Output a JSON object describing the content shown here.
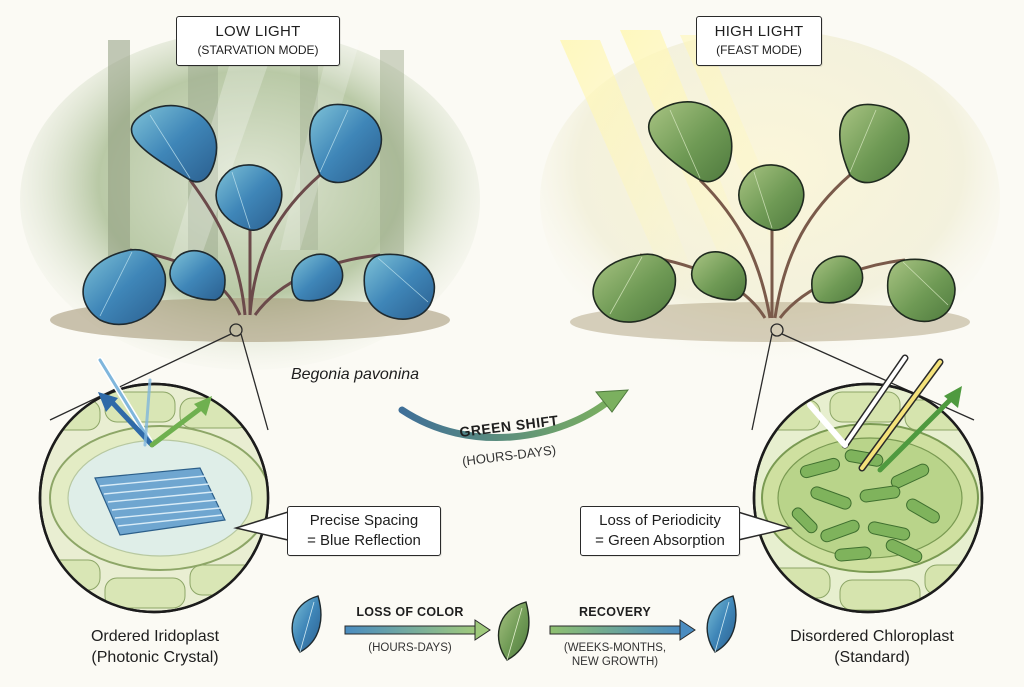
{
  "left_panel": {
    "title": "LOW LIGHT",
    "subtitle": "(STARVATION MODE)",
    "callout_line1": "Precise Spacing",
    "callout_line2": "= Blue Reflection",
    "caption_line1": "Ordered Iridoplast",
    "caption_line2": "(Photonic Crystal)"
  },
  "right_panel": {
    "title": "HIGH LIGHT",
    "subtitle": "(FEAST MODE)",
    "callout_line1": "Loss of Periodicity",
    "callout_line2": "= Green Absorption",
    "caption_line1": "Disordered Chloroplast",
    "caption_line2": "(Standard)"
  },
  "species": "Begonia pavonina",
  "shift": {
    "label": "GREEN SHIFT",
    "duration": "(HOURS-DAYS)"
  },
  "timeline": {
    "step1_label": "LOSS OF COLOR",
    "step1_duration": "(HOURS-DAYS)",
    "step2_label": "RECOVERY",
    "step2_duration_line1": "(WEEKS-MONTHS,",
    "step2_duration_line2": "NEW GROWTH)"
  },
  "colors": {
    "iridescent_blue": "#3f86b8",
    "leaf_green": "#6f9a55",
    "light_yellow": "#f4e27a",
    "outline": "#222222"
  }
}
